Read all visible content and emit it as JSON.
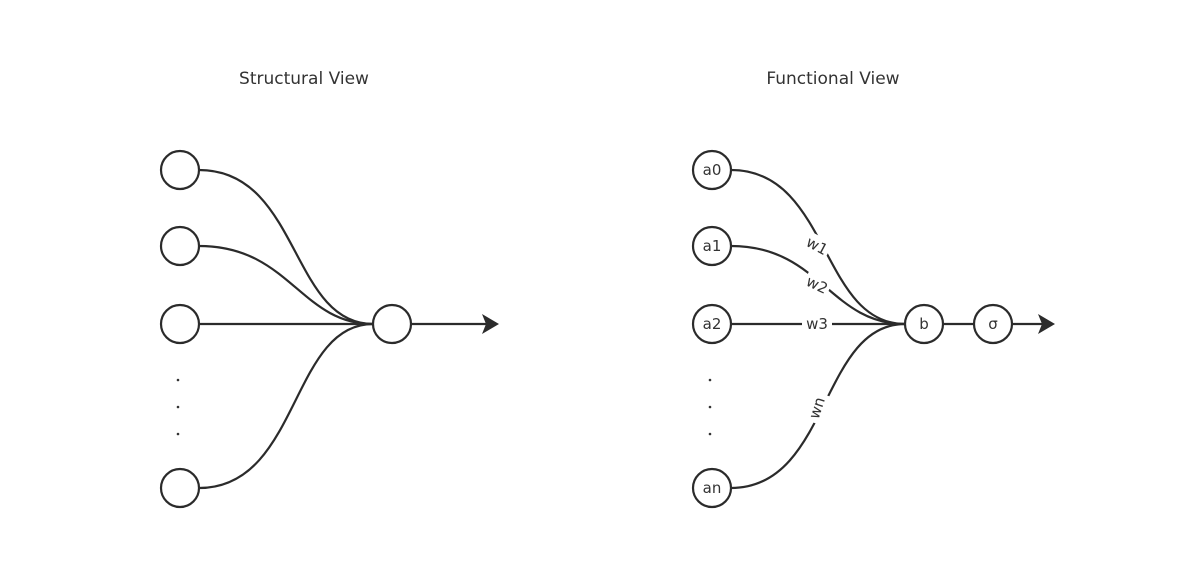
{
  "structural": {
    "title": "Structural View"
  },
  "functional": {
    "title": "Functional View",
    "inputs": [
      "a0",
      "a1",
      "a2",
      "an"
    ],
    "weights": [
      "w1",
      "w2",
      "w3",
      "wn"
    ],
    "bias": "b",
    "activation": "σ"
  }
}
